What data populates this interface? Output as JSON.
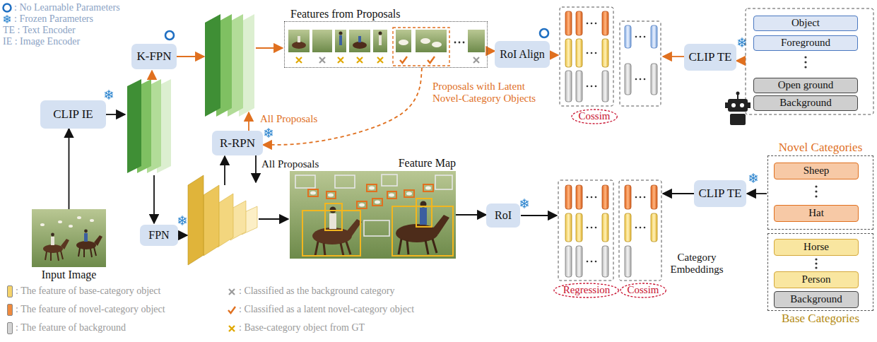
{
  "diagram": {
    "nodes": [
      {
        "text": [
          "Input Image"
        ]
      },
      {
        "text": [
          "CLIP IE"
        ]
      },
      {
        "text": [
          "K-FPN"
        ]
      },
      {
        "text": [
          "Features from Proposals"
        ]
      },
      {
        "text": [
          "RoI Align"
        ]
      },
      {
        "text": [
          "Cossim"
        ]
      },
      {
        "text": [
          "CLIP TE"
        ]
      },
      {
        "text": [
          "Object"
        ]
      },
      {
        "text": [
          "Foreground"
        ]
      },
      {
        "text": [
          "Open ground"
        ]
      },
      {
        "text": [
          "Background"
        ]
      },
      {
        "text": [
          "R-RPN"
        ]
      },
      {
        "text": [
          "FPN"
        ]
      },
      {
        "text": [
          "Feature Map"
        ]
      },
      {
        "text": [
          "RoI"
        ]
      },
      {
        "text": [
          "Regression"
        ]
      },
      {
        "text": [
          "Cossim"
        ]
      },
      {
        "text": [
          "CLIP TE"
        ]
      },
      {
        "text": [
          "Novel Categories"
        ]
      },
      {
        "text": [
          "Sheep"
        ],
        "in": 18
      },
      {
        "text": [
          "Hat"
        ],
        "in": 18
      },
      {
        "text": [
          "Base Categories"
        ]
      },
      {
        "text": [
          "Horse"
        ],
        "in": 21
      },
      {
        "text": [
          "Person"
        ],
        "in": 21
      },
      {
        "text": [
          "Background"
        ],
        "in": 21
      }
    ],
    "edges": [
      {
        "from": 0,
        "to": 1,
        "arrow": "to"
      },
      {
        "from": 3,
        "to": 4,
        "arrow": "to"
      },
      {
        "from": 3,
        "to": 11,
        "label": "Proposals with Latent Novel-Category Objects",
        "arrow": "to"
      },
      {
        "from": 13,
        "to": 14,
        "arrow": "to"
      }
    ],
    "labels": [
      "TE : Text Encoder",
      "IE : Image Encoder",
      "All Proposals",
      "All Proposals",
      "Category Embeddings"
    ],
    "legend": [
      {
        "text": ": No Learnable Parameters"
      },
      {
        "text": ": Frozen Parameters"
      },
      {
        "text": ": The feature of base-category object",
        "color": "#f5d36b"
      },
      {
        "text": ": The feature of novel-category object",
        "color": "#ef8a3e"
      },
      {
        "text": ": The feature of background",
        "color": "#d4d4d4"
      },
      {
        "text": ": Classified as the background category"
      },
      {
        "text": ": Classified as a latent novel-category object"
      },
      {
        "text": ": Base-category object from GT"
      }
    ]
  }
}
